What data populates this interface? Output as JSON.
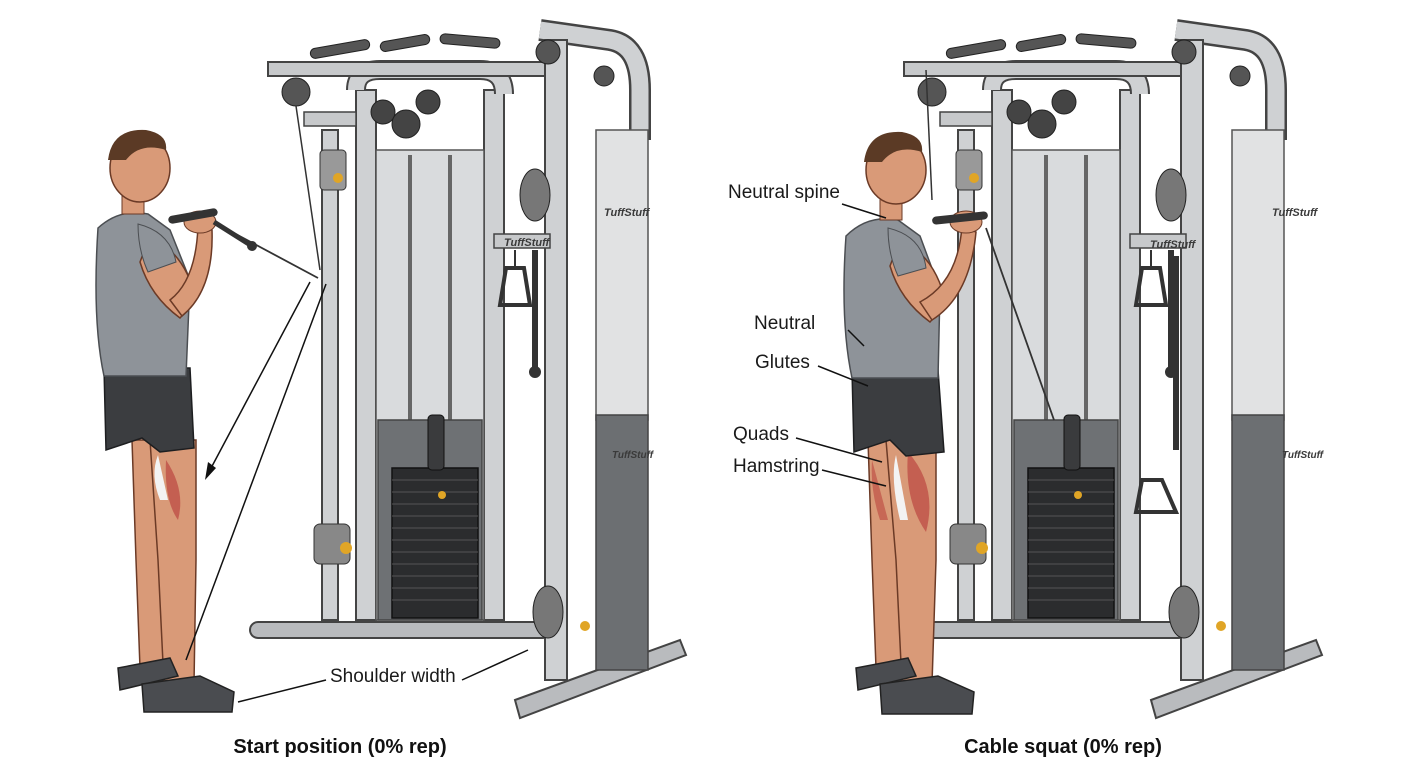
{
  "panels": [
    {
      "caption": "Start position (0% rep)",
      "annotations": {
        "shoulder_width": "Shoulder width"
      },
      "brand_marks": [
        "TuffStuff",
        "TuffStuff",
        "TuffStuff"
      ]
    },
    {
      "caption": "Cable squat (0% rep)",
      "annotations": {
        "neutral_spine": "Neutral spine",
        "neutral": "Neutral",
        "glutes": "Glutes",
        "quads": "Quads",
        "hamstring": "Hamstring"
      },
      "brand_marks": [
        "TuffStuff",
        "TuffStuff",
        "TuffStuff"
      ]
    }
  ],
  "colors": {
    "frame": "#c9cbcd",
    "frame_dark": "#5b5e61",
    "panel": "#d7d9db",
    "shroud": "#6c6f72",
    "weights": "#2b2c2e",
    "shirt": "#8e9399",
    "shorts": "#3b3d40",
    "skin": "#d99a78",
    "muscle": "#c0554a",
    "shoe": "#4a4c50",
    "hair": "#5b3a25"
  }
}
